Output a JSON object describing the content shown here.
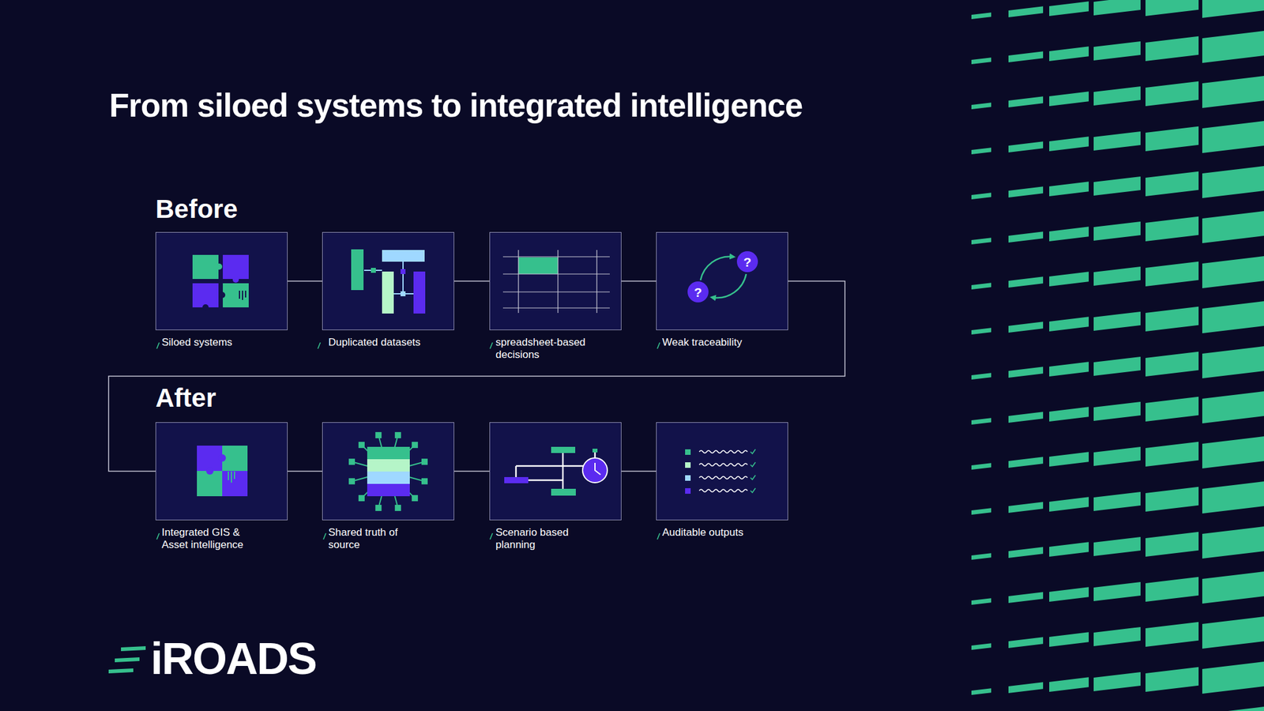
{
  "diagram": {
    "title": "From siloed systems to integrated intelligence",
    "nodes": [
      {
        "text": [
          "Siloed systems"
        ]
      },
      {
        "text": [
          "Duplicated datasets"
        ]
      },
      {
        "text": [
          "spreadsheet-based decisions"
        ]
      },
      {
        "text": [
          "Weak traceability"
        ]
      },
      {
        "text": [
          "Integrated GIS & Asset intelligence"
        ]
      },
      {
        "text": [
          "Shared truth of source"
        ]
      },
      {
        "text": [
          "Scenario based planning"
        ]
      },
      {
        "text": [
          "Auditable outputs"
        ]
      }
    ],
    "edges": [
      {
        "from": 0,
        "to": 1,
        "arrow": "none"
      },
      {
        "from": 1,
        "to": 2,
        "arrow": "none"
      },
      {
        "from": 2,
        "to": 3,
        "arrow": "none"
      },
      {
        "from": 3,
        "to": 4,
        "arrow": "none"
      },
      {
        "from": 4,
        "to": 5,
        "arrow": "none"
      },
      {
        "from": 5,
        "to": 6,
        "arrow": "none"
      },
      {
        "from": 6,
        "to": 7,
        "arrow": "none"
      }
    ],
    "labels": [
      "Before",
      "After",
      "?",
      "?",
      "iROADS"
    ]
  }
}
